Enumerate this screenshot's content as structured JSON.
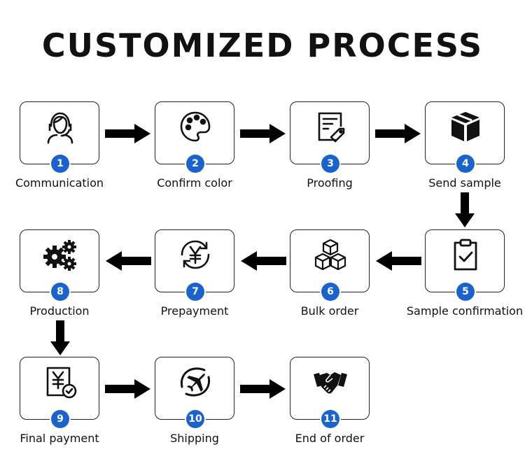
{
  "title": "CUSTOMIZED PROCESS",
  "steps": [
    {
      "number": "1",
      "label": "Communication",
      "icon": "headset-agent-icon"
    },
    {
      "number": "2",
      "label": "Confirm color",
      "icon": "color-palette-icon"
    },
    {
      "number": "3",
      "label": "Proofing",
      "icon": "proof-document-icon"
    },
    {
      "number": "4",
      "label": "Send sample",
      "icon": "package-box-icon"
    },
    {
      "number": "5",
      "label": "Sample confirmation",
      "icon": "clipboard-check-icon"
    },
    {
      "number": "6",
      "label": "Bulk order",
      "icon": "stacked-boxes-icon"
    },
    {
      "number": "7",
      "label": "Prepayment",
      "icon": "yuan-refresh-icon"
    },
    {
      "number": "8",
      "label": "Production",
      "icon": "gears-icon"
    },
    {
      "number": "9",
      "label": "Final payment",
      "icon": "yuan-bill-check-icon"
    },
    {
      "number": "10",
      "label": "Shipping",
      "icon": "airplane-icon"
    },
    {
      "number": "11",
      "label": "End of order",
      "icon": "handshake-icon"
    }
  ],
  "colors": {
    "badge": "#1a63cf",
    "arrow": "#000000",
    "border": "#222222"
  }
}
